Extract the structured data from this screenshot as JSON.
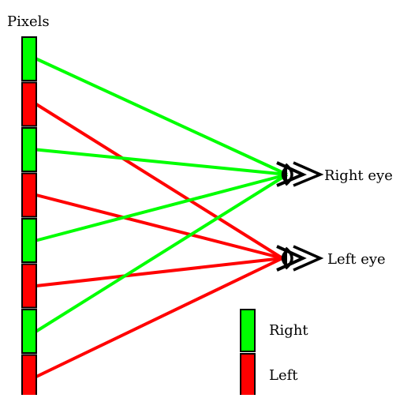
{
  "title": "Pixels",
  "eyes": {
    "right_label": "Right eye",
    "left_label": "Left eye"
  },
  "legend": {
    "right_label": "Right",
    "left_label": "Left"
  },
  "pixel_column": [
    "green",
    "red",
    "green",
    "red",
    "green",
    "red",
    "green",
    "red"
  ],
  "colors": {
    "right": "#00ff00",
    "left": "#ff0000",
    "outline": "#000000"
  }
}
